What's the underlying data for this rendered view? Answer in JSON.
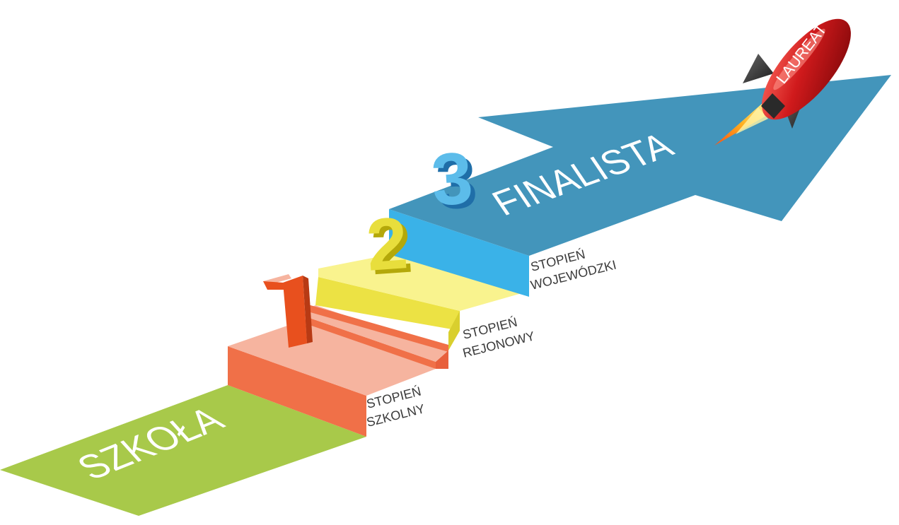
{
  "floor_label": "SZKOŁA",
  "arrow_label": "FINALISTA",
  "rocket_label": "LAUREAT",
  "steps": [
    {
      "number": "1",
      "line1": "STOPIEŃ",
      "line2": "SZKOLNY"
    },
    {
      "number": "2",
      "line1": "STOPIEŃ",
      "line2": "REJONOWY"
    },
    {
      "number": "3",
      "line1": "STOPIEŃ",
      "line2": "WOJEWÓDZKI"
    }
  ],
  "colors": {
    "green": "#a8c94a",
    "orange_front": "#f07048",
    "orange_top": "#f6b49f",
    "yellow_front": "#ece244",
    "yellow_top": "#f9f38e",
    "blue_front": "#3ab2e8",
    "blue_top": "#4395bb",
    "rocket_red": "#c8161a"
  }
}
